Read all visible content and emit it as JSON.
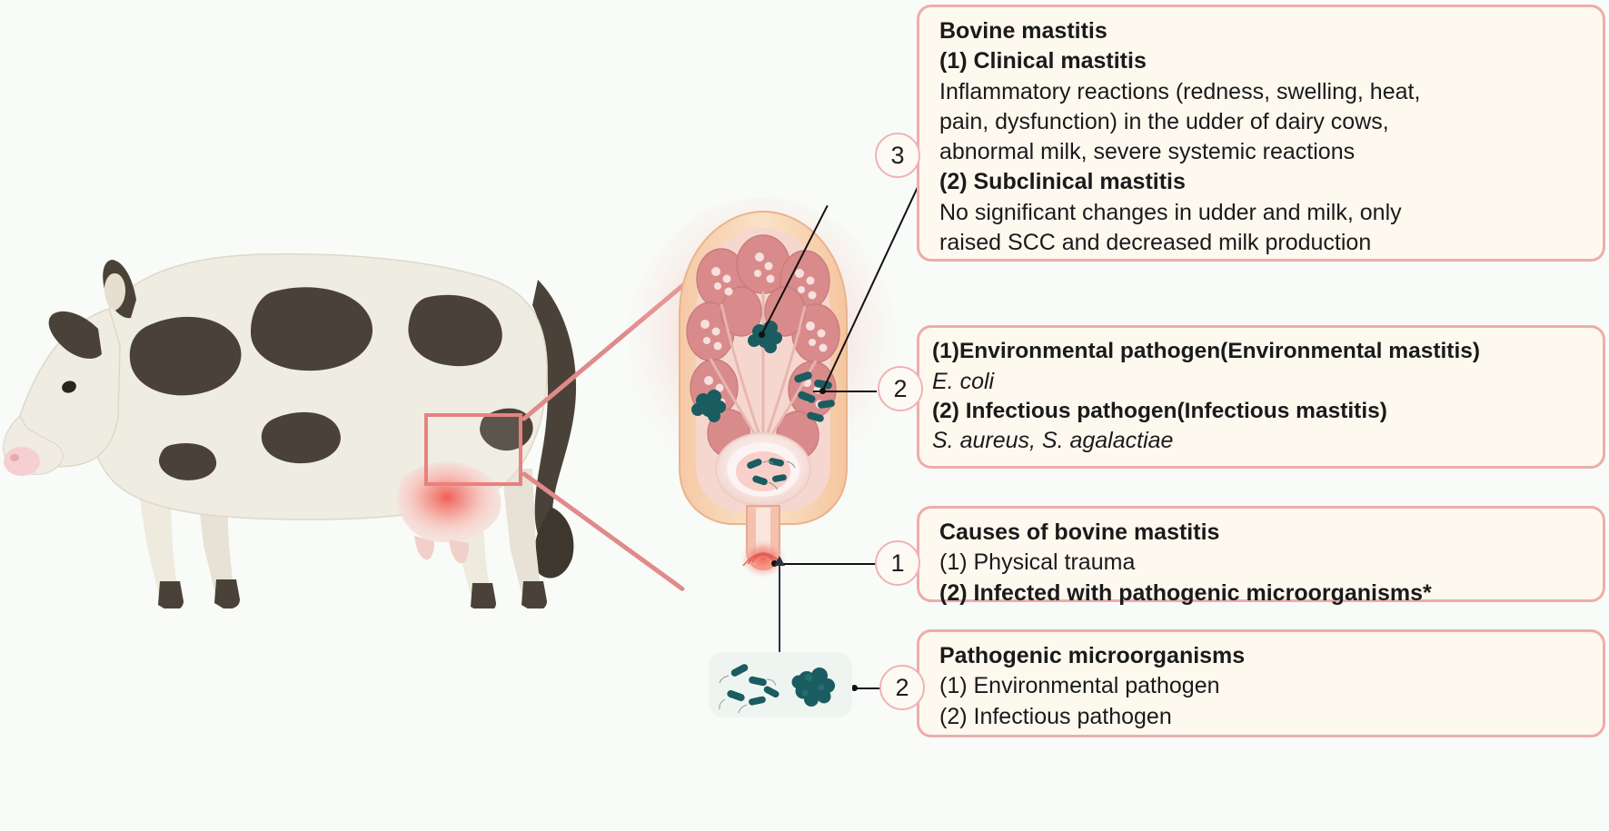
{
  "figure": {
    "title": "Bovine mastitis pathogenesis diagram",
    "palette": {
      "background": "#f8fbf8",
      "callout_fill": "#fdf9ef",
      "callout_border": "#eeacac",
      "marker_border": "#efb3b3",
      "guide_line": "#e08a8a",
      "crop_rect": "#e8827f",
      "bacteria": "#1b5c60",
      "cow_body": "#efece1",
      "cow_spot": "#4a4238",
      "udder_tissue": "#d98b8b",
      "leader_line": "#111111"
    }
  },
  "callouts": [
    {
      "id": "bovine-mastitis",
      "marker": "3",
      "lines": [
        {
          "text": "Bovine mastitis",
          "bold": true,
          "italic": false
        },
        {
          "text": "(1) Clinical mastitis",
          "bold": true,
          "italic": false
        },
        {
          "text": "Inflammatory reactions (redness, swelling, heat,",
          "bold": false,
          "italic": false
        },
        {
          "text": "pain, dysfunction) in the udder of dairy cows,",
          "bold": false,
          "italic": false
        },
        {
          "text": "abnormal milk, severe systemic reactions",
          "bold": false,
          "italic": false
        },
        {
          "text": "(2) Subclinical mastitis",
          "bold": true,
          "italic": false
        },
        {
          "text": "No significant changes in udder and milk, only",
          "bold": false,
          "italic": false
        },
        {
          "text": "raised SCC and decreased milk production",
          "bold": false,
          "italic": false
        }
      ]
    },
    {
      "id": "pathogen-types",
      "marker": "2",
      "lines": [
        {
          "text": "(1)Environmental pathogen(Environmental mastitis)",
          "bold": true,
          "italic": false
        },
        {
          "text": "E. coli",
          "bold": false,
          "italic": true
        },
        {
          "text": "(2) Infectious pathogen(Infectious mastitis)",
          "bold": true,
          "italic": false
        },
        {
          "text": "S. aureus, S. agalactiae",
          "bold": false,
          "italic": true
        }
      ]
    },
    {
      "id": "causes",
      "marker": "1",
      "lines": [
        {
          "text": "Causes of bovine mastitis",
          "bold": true,
          "italic": false
        },
        {
          "text": "(1) Physical trauma",
          "bold": false,
          "italic": false
        },
        {
          "text": "(2) Infected with pathogenic microorganisms*",
          "bold": true,
          "italic": false
        }
      ]
    },
    {
      "id": "pathogenic-microorganisms",
      "marker": "2",
      "lines": [
        {
          "text": "Pathogenic microorganisms",
          "bold": true,
          "italic": false
        },
        {
          "text": "(1) Environmental pathogen",
          "bold": false,
          "italic": false
        },
        {
          "text": "(2) Infectious pathogen",
          "bold": false,
          "italic": false
        }
      ]
    }
  ],
  "illustrations": {
    "cow": "dairy-cow-side-view",
    "udder_cross_section": "udder-cross-section-with-infection",
    "bacteria_sample": "bacteria-rods-and-cocci-cluster",
    "crop_highlight": "udder-inflammation-highlight"
  }
}
